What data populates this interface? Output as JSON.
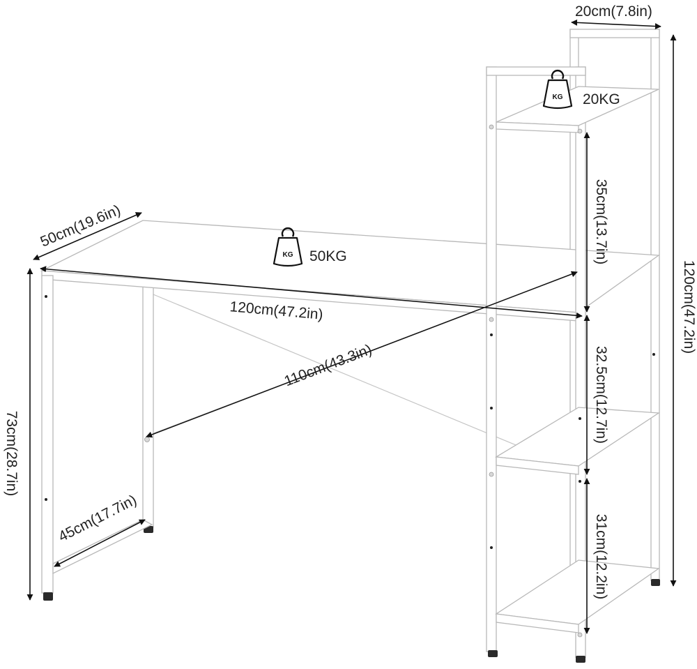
{
  "colors": {
    "line": "#111111",
    "frame": "#b8b8b8",
    "foot": "#2a2a2a",
    "text": "#222222"
  },
  "weights": {
    "desk": {
      "icon": "kettlebell-icon",
      "badge": "KG",
      "label": "50KG"
    },
    "shelf": {
      "icon": "kettlebell-icon",
      "badge": "KG",
      "label": "20KG"
    }
  },
  "dimensions": {
    "shelf_width": "20cm(7.8in)",
    "total_height": "120cm(47.2in)",
    "desk_depth": "50cm(19.6in)",
    "desk_length": "120cm(47.2in)",
    "leg_span": "110cm(43.3in)",
    "desk_height": "73cm(28.7in)",
    "foot_depth": "45cm(17.7in)",
    "shelf_gap_top": "35cm(13.7in)",
    "shelf_gap_middle": "32.5cm(12.7in)",
    "shelf_gap_bottom": "31cm(12.2in)"
  }
}
